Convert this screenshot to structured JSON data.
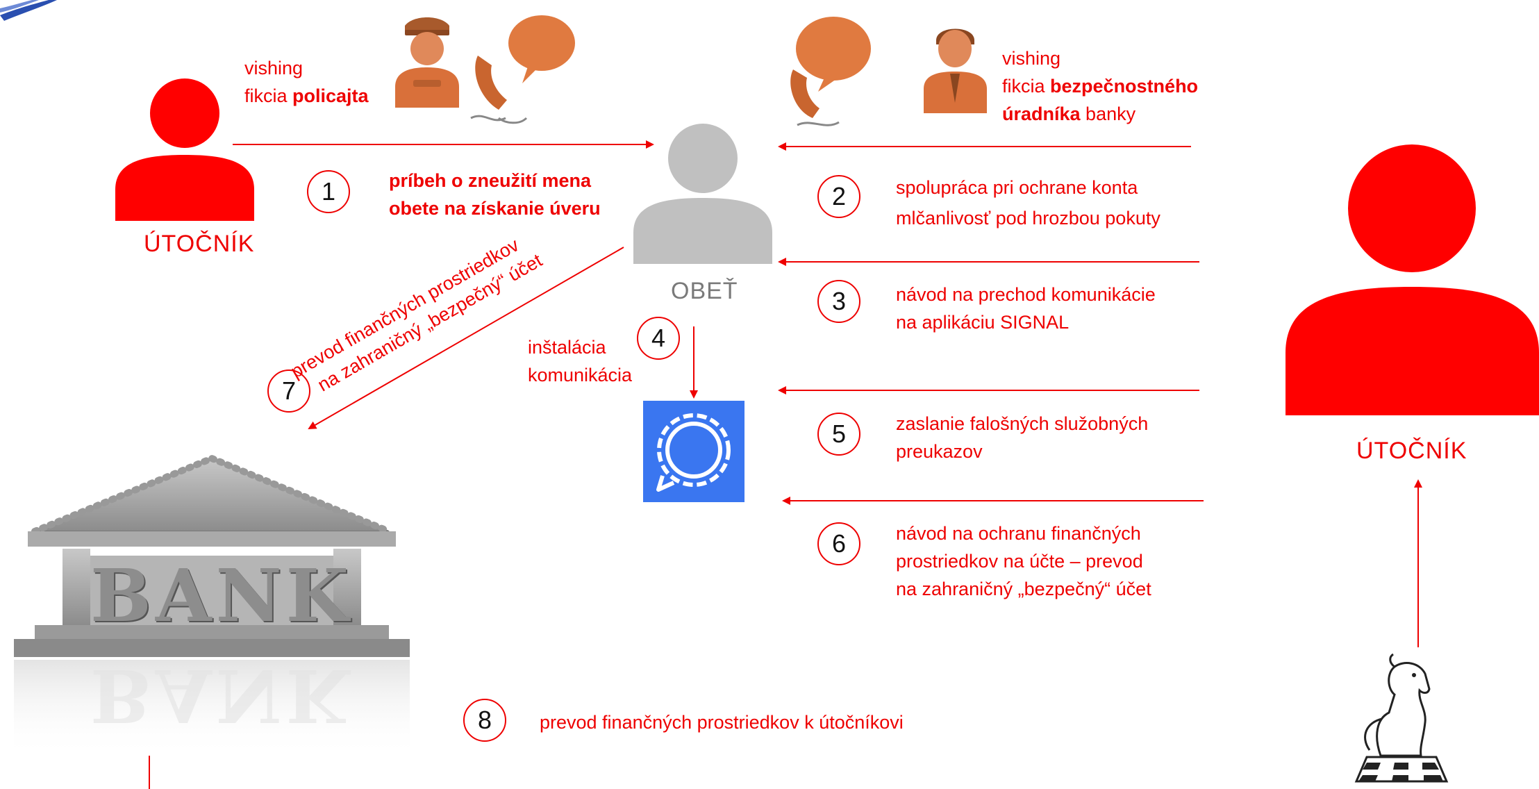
{
  "left_attacker": {
    "label": "ÚTOČNÍK"
  },
  "right_attacker": {
    "label": "ÚTOČNÍK"
  },
  "victim": {
    "label": "OBEŤ"
  },
  "police_call": {
    "line1": "vishing",
    "line2_prefix": "fikcia ",
    "line2_bold": "policajta"
  },
  "bank_call": {
    "line1": "vishing",
    "line2_prefix": "fikcia ",
    "line2_bold": "bezpečnostného",
    "line3_bold": "úradníka",
    "line3_suffix": " banky"
  },
  "steps": {
    "s1": {
      "num": "1",
      "line1": "príbeh o zneužití mena",
      "line2": "obete na získanie úveru"
    },
    "s2": {
      "num": "2",
      "line1": "spolupráca pri ochrane  konta",
      "line2": "mlčanlivosť pod hrozbou pokuty"
    },
    "s3": {
      "num": "3",
      "line1": "návod na prechod komunikácie",
      "line2": "na aplikáciu SIGNAL"
    },
    "s4": {
      "num": "4",
      "line1": "inštalácia",
      "line2": "komunikácia"
    },
    "s5": {
      "num": "5",
      "line1": "zaslanie falošných služobných",
      "line2": " preukazov"
    },
    "s6": {
      "num": "6",
      "line1": "návod na ochranu finančných",
      "line2": "prostriedkov na účte – prevod",
      "line3": "na zahraničný „bezpečný“ účet"
    },
    "s7": {
      "num": "7",
      "line1": "prevod finančných prostriedkov",
      "line2": "na zahraničný „bezpečný“ účet"
    },
    "s8": {
      "num": "8",
      "line1": "prevod finančných prostriedkov k útočníkovi"
    }
  },
  "bank_sign": {
    "text": "BANK"
  },
  "colors": {
    "accent": "#ee0000",
    "victim_gray": "#c0c0c0",
    "phone_orange": "#d9703a",
    "signal_blue": "#3a76f0"
  },
  "icons": [
    "attacker-person-icon",
    "victim-person-icon",
    "police-officer-icon",
    "phone-speech-icon",
    "bank-officer-icon",
    "signal-app-icon",
    "bank-building-icon",
    "chess-knight-icon"
  ]
}
